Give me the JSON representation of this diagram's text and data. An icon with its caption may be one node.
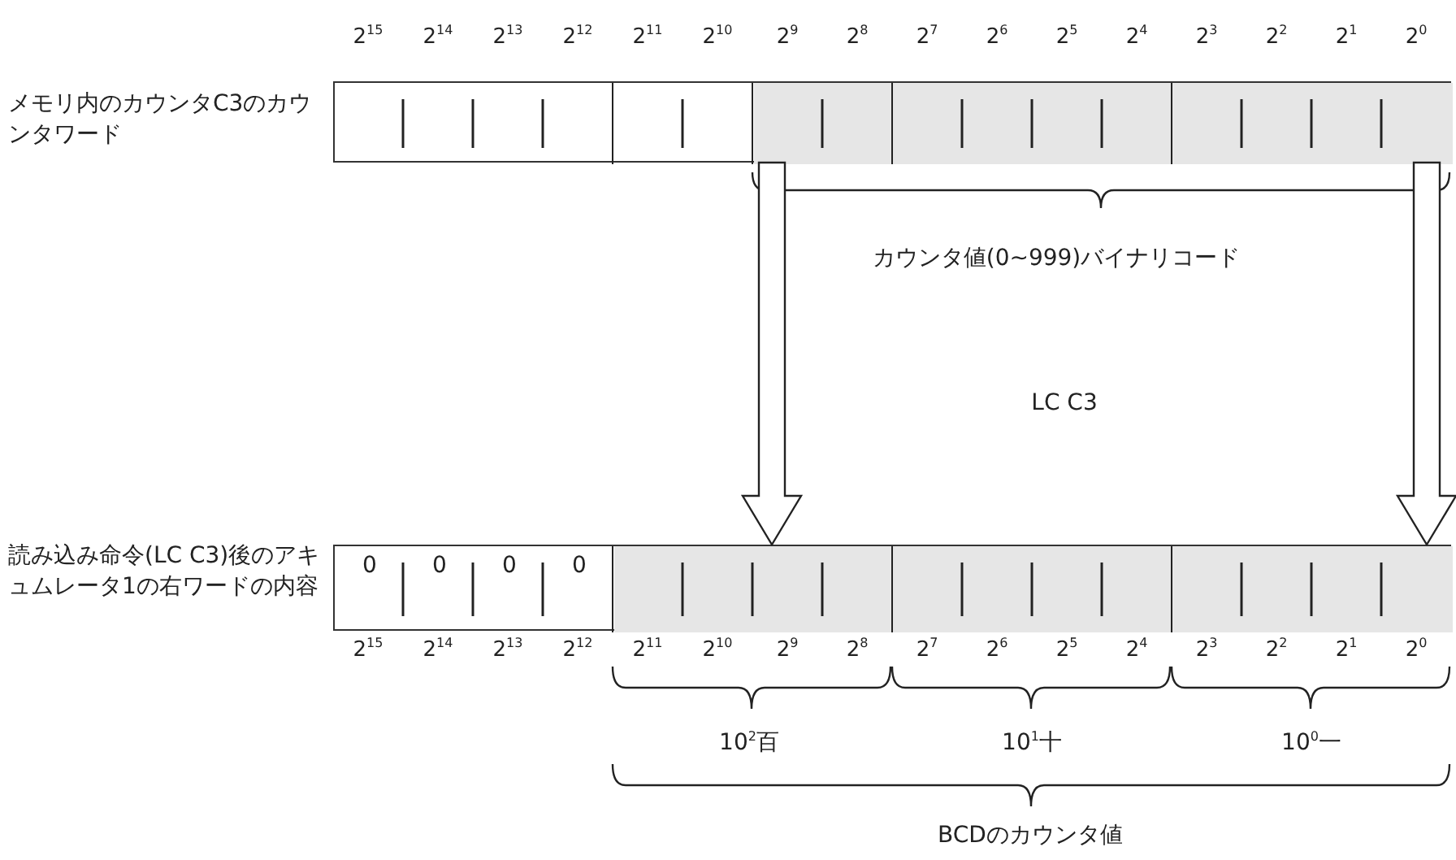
{
  "diagram": {
    "nodes": [
      {
        "text": [],
        "shape": "box",
        "beside": [
          "メモリ内のカウンタC3のカウンタワード"
        ]
      },
      {
        "text": [],
        "shape": "box",
        "beside": [
          "読み込み命令(LC C3)後のアキュムレータ1の右ワードの内容"
        ]
      },
      {
        "text": [
          "0"
        ],
        "in": 1
      },
      {
        "text": [
          "0"
        ],
        "in": 1
      },
      {
        "text": [
          "0"
        ],
        "in": 1
      },
      {
        "text": [
          "0"
        ],
        "in": 1
      }
    ],
    "edges": [
      {
        "from": 0,
        "to": 1,
        "arrow": "to"
      },
      {
        "from": 0,
        "to": 1,
        "arrow": "to"
      }
    ],
    "labels": [
      "2$^{15}$",
      "2$^{14}$",
      "2$^{13}$",
      "2$^{12}$",
      "2$^{11}$",
      "2$^{10}$",
      "2$^{9}$",
      "2$^{8}$",
      "2$^{7}$",
      "2$^{6}$",
      "2$^{5}$",
      "2$^{4}$",
      "2$^{3}$",
      "2$^{2}$",
      "2$^{1}$",
      "2$^{0}$",
      "カウンタ値(0~999)バイナリコード",
      "LC C3",
      "2$^{15}$",
      "2$^{14}$",
      "2$^{13}$",
      "2$^{12}$",
      "2$^{11}$",
      "2$^{10}$",
      "2$^{9}$",
      "2$^{8}$",
      "2$^{7}$",
      "2$^{6}$",
      "2$^{5}$",
      "2$^{4}$",
      "2$^{3}$",
      "2$^{2}$",
      "2$^{1}$",
      "2$^{0}$",
      "10$^{2}$百",
      "10$^{1}$十",
      "10$^{0}$一",
      "BCDのカウンタ値"
    ]
  }
}
